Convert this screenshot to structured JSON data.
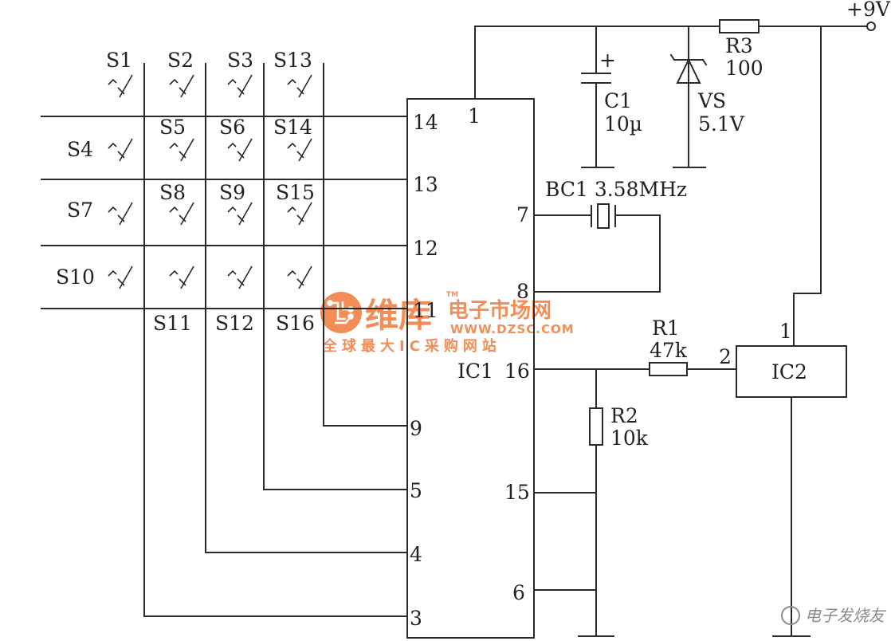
{
  "labels": {
    "supply": "+9V",
    "r3_name": "R3",
    "r3_value": "100",
    "c1_name": "C1",
    "c1_value": "10µ",
    "c1_plus": "+",
    "vs_name": "VS",
    "vs_value": "5.1V",
    "bc1": "BC1 3.58MHz",
    "r1_name": "R1",
    "r1_value": "47k",
    "r2_name": "R2",
    "r2_value": "10k",
    "ic1": "IC1",
    "ic2": "IC2",
    "ic1_pins": [
      "1",
      "14",
      "13",
      "12",
      "11",
      "7",
      "8",
      "16",
      "15",
      "6",
      "9",
      "5",
      "4",
      "3"
    ],
    "ic2_pins": [
      "1",
      "2"
    ],
    "switches": [
      "S1",
      "S2",
      "S3",
      "S13",
      "S4",
      "S5",
      "S6",
      "S14",
      "S7",
      "S8",
      "S9",
      "S15",
      "S10",
      "S11",
      "S12",
      "S16"
    ]
  },
  "watermark": {
    "brand": "维库",
    "tagline": "电子市场网",
    "url": "WWW.DZSC.COM",
    "slogan": "全球最大IC采购网站",
    "tm": "TM"
  },
  "footer": "电子发烧友",
  "colors": {
    "line": "#2a2a2a",
    "watermark": "#f07a3a",
    "footer": "#8a8a8a"
  }
}
